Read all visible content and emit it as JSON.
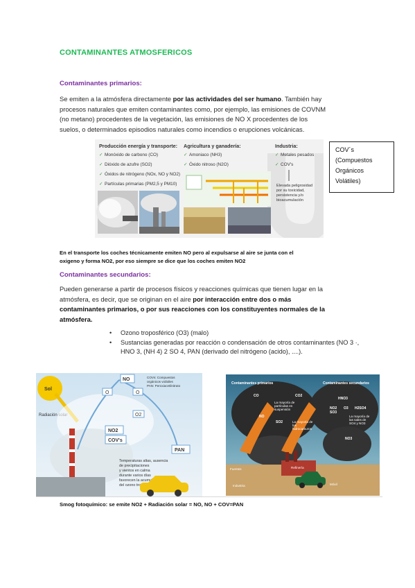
{
  "title": "CONTAMINANTES ATMOSFERICOS",
  "primary": {
    "heading": "Contaminantes primarios:",
    "para_lines": [
      [
        "Se emiten a la atmósfera directamente ",
        "por las actividades del ser humano",
        ". También hay"
      ],
      [
        "procesos naturales que emiten contaminantes como, por ejemplo, las emisiones de COVNM",
        "",
        ""
      ],
      [
        "(no metano) procedentes de la vegetación, las emisiones de NO X procedentes de los",
        "",
        ""
      ],
      [
        "suelos, o determinados episodios naturales como incendios o erupciones volcánicas.",
        "",
        ""
      ]
    ],
    "cov_box_lines": [
      "COV´s",
      "(Compuestos",
      "Orgánicos",
      "Volátiles)"
    ],
    "figure": {
      "col1_title": "Producción energía y transporte:",
      "col1_items": [
        "Monóxido de carbono (CO)",
        "Dióxido de azufre (SO2)",
        "Óxidos de nitrógeno (NOx, NO y NO2)",
        "Partículas primarias (PM2,5 y PM10)"
      ],
      "col2_title": "Agricultura y ganadería:",
      "col2_items": [
        "Amoniaco (NH3)",
        "Óxido nitroso (N2O)"
      ],
      "col3_title": "Industria:",
      "col3_items": [
        "Metales pesados",
        "COV's"
      ],
      "col3_note_lines": [
        "Elevada peligrosidad",
        "por su toxicidad,",
        "persistencia y/o",
        "bioacumulación"
      ]
    },
    "note_lines": [
      "En el transporte los coches técnicamente emiten NO pero al expulsarse al aire se junta con el",
      "oxigeno y forma NO2, por eso siempre se dice que los coches emiten NO2"
    ]
  },
  "secondary": {
    "heading": "Contaminantes secundarios:",
    "line1": "Pueden generarse a partir de procesos físicos y reacciones químicas que tienen lugar en la",
    "line2_plain": "atmósfera, es decir, que se originan en el aire ",
    "line2_bold": "por interacción entre dos o más",
    "line3_bold": "contaminantes primarios, o por sus reacciones con los constituyentes normales de la",
    "line4_bold": "atmósfera.",
    "bullets": [
      "Ozono troposférico (O3) (malo)",
      "Sustancias generadas por reacción o condensación de otros contaminantes (NO 3 ·, HNO 3, (NH 4) 2 SO 4, PAN (derivado del nitrógeno (acido), ....)."
    ]
  },
  "fig_left": {
    "sol": "Sol",
    "radiacion": "Radiación solar",
    "no": "NO",
    "o_labels": [
      "O",
      "O",
      "O2"
    ],
    "no2": "NO2",
    "covs": "COV's",
    "pan": "PAN",
    "legend_lines": [
      "COVs: Compuestos",
      "orgánicos volátiles",
      "PAN: Peroxiacetilnitrato"
    ],
    "caption_lines": [
      "Temperaturas altas, ausencia",
      "de precipitaciones",
      "y vientos en calma",
      "durante varios días",
      "favorecen la acumulación",
      "del ozono troposférico"
    ]
  },
  "fig_right": {
    "left_title": "Contaminantes primarios",
    "right_title": "Contaminantes secundarios",
    "labels": [
      "CO",
      "CO2",
      "NO",
      "SO2",
      "HNO3",
      "NO2",
      "O3",
      "H2SO4",
      "SO3",
      "NO3"
    ],
    "text_a_lines": [
      "La mayoría de",
      "partículas en",
      "suspensión"
    ],
    "text_b_lines": [
      "La mayoría de",
      "los",
      "hidrocarburos"
    ],
    "text_c_lines": [
      "La mayoría de",
      "las sales de",
      "SO4 y NO3"
    ],
    "place_labels": [
      "Fuentes",
      "Industria",
      "Refinería",
      "Móvil"
    ]
  },
  "footer_note": "Smog fotoquímico: se emite NO2 + Radiación solar = NO, NO + COV=PAN"
}
